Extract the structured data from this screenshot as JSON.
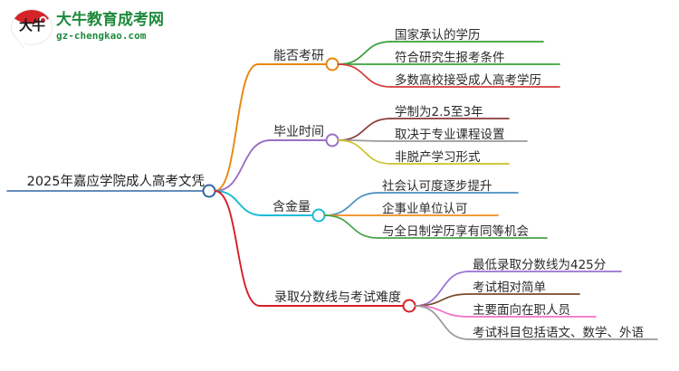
{
  "logo": {
    "mark_text": "大牛",
    "site_name": "大牛教育成考网",
    "site_url": "gz-chengkao.com",
    "brand_green": "#1e8a3c",
    "brand_red": "#d6232a"
  },
  "mindmap": {
    "root": {
      "label": "2025年嘉应学院成人高考文凭",
      "color": "#3465a4"
    },
    "branches": [
      {
        "label": "能否考研",
        "color": "#e8860c",
        "children": [
          {
            "label": "国家承认的学历",
            "color": "#3a9e3a"
          },
          {
            "label": "符合研究生报考条件",
            "color": "#3aa33a"
          },
          {
            "label": "多数高校接受成人高考学历",
            "color": "#d63a3a"
          }
        ]
      },
      {
        "label": "毕业时间",
        "color": "#9b6fc4",
        "children": [
          {
            "label": "学制为2.5至3年",
            "color": "#8a3a3a"
          },
          {
            "label": "取决于专业课程设置",
            "color": "#9a9a9a"
          },
          {
            "label": "非脱产学习形式",
            "color": "#c9c327"
          }
        ]
      },
      {
        "label": "含金量",
        "color": "#19bcd4",
        "children": [
          {
            "label": "社会认可度逐步提升",
            "color": "#4a90c4"
          },
          {
            "label": "企事业单位认可",
            "color": "#f08c1e"
          },
          {
            "label": "与全日制学历享有同等机会",
            "color": "#4aa34a"
          }
        ]
      },
      {
        "label": "录取分数线与考试难度",
        "color": "#d81e26",
        "children": [
          {
            "label": "最低录取分数线为425分",
            "color": "#9b6fd4"
          },
          {
            "label": "考试相对简单",
            "color": "#7a4a2a"
          },
          {
            "label": "主要面向在职人员",
            "color": "#f070c8"
          },
          {
            "label": "考试科目包括语文、数学、外语",
            "color": "#9a9a9a"
          }
        ]
      }
    ]
  }
}
